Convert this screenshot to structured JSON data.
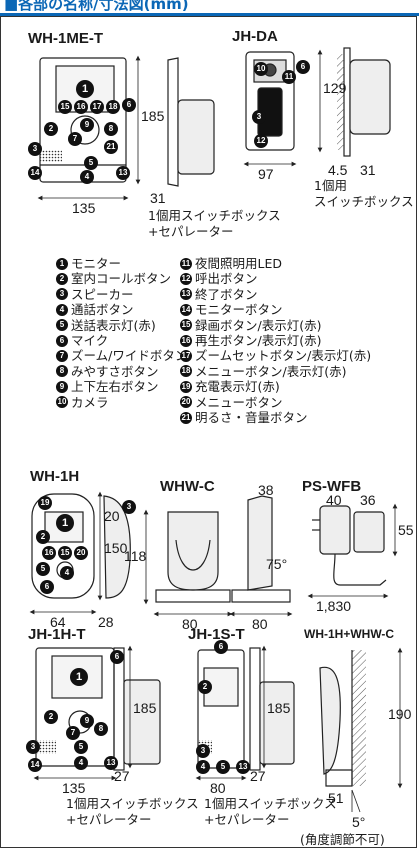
{
  "header": {
    "title": "■各部の名称/寸法図(mm)"
  },
  "models": {
    "wh1met": {
      "name": "WH-1ME-T",
      "w": "135",
      "h": "185",
      "d": "31",
      "note": "1個用スイッチボックス\n+セパレーター"
    },
    "jhda": {
      "name": "JH-DA",
      "w": "97",
      "h": "129",
      "d1": "4.5",
      "d2": "31",
      "note": "1個用\nスイッチボックス"
    },
    "wh1h": {
      "name": "WH-1H",
      "w": "64",
      "h": "150",
      "d": "28",
      "h2": "20"
    },
    "whwc": {
      "name": "WHW-C",
      "h": "118",
      "w1": "80",
      "w2": "80",
      "d": "38",
      "angle": "75°"
    },
    "pswfb": {
      "name": "PS-WFB",
      "w": "40",
      "d": "36",
      "h": "55",
      "cord": "1,830"
    },
    "jh1ht": {
      "name": "JH-1H-T",
      "w": "135",
      "h": "185",
      "d": "27",
      "note": "1個用スイッチボックス\n+セパレーター"
    },
    "jh1st": {
      "name": "JH-1S-T",
      "w": "80",
      "h": "185",
      "d": "27",
      "note": "1個用スイッチボックス\n+セパレーター"
    },
    "combo": {
      "name": "WH-1H+WHW-C",
      "h": "190",
      "d": "51",
      "angle": "5°",
      "note": "(角度調節不可)"
    }
  },
  "legend": {
    "left": [
      {
        "n": "1",
        "label": "モニター"
      },
      {
        "n": "2",
        "label": "室内コールボタン"
      },
      {
        "n": "3",
        "label": "スピーカー"
      },
      {
        "n": "4",
        "label": "通話ボタン"
      },
      {
        "n": "5",
        "label": "送話表示灯(赤)"
      },
      {
        "n": "6",
        "label": "マイク"
      },
      {
        "n": "7",
        "label": "ズーム/ワイドボタン"
      },
      {
        "n": "8",
        "label": "みやすさボタン"
      },
      {
        "n": "9",
        "label": "上下左右ボタン"
      },
      {
        "n": "10",
        "label": "カメラ"
      }
    ],
    "right": [
      {
        "n": "11",
        "label": "夜間照明用LED"
      },
      {
        "n": "12",
        "label": "呼出ボタン"
      },
      {
        "n": "13",
        "label": "終了ボタン"
      },
      {
        "n": "14",
        "label": "モニターボタン"
      },
      {
        "n": "15",
        "label": "録画ボタン/表示灯(赤)"
      },
      {
        "n": "16",
        "label": "再生ボタン/表示灯(赤)"
      },
      {
        "n": "17",
        "label": "ズームセットボタン/表示灯(赤)"
      },
      {
        "n": "18",
        "label": "メニューボタン/表示灯(赤)"
      },
      {
        "n": "19",
        "label": "充電表示灯(赤)"
      },
      {
        "n": "20",
        "label": "メニューボタン"
      },
      {
        "n": "21",
        "label": "明るさ・音量ボタン"
      }
    ]
  }
}
